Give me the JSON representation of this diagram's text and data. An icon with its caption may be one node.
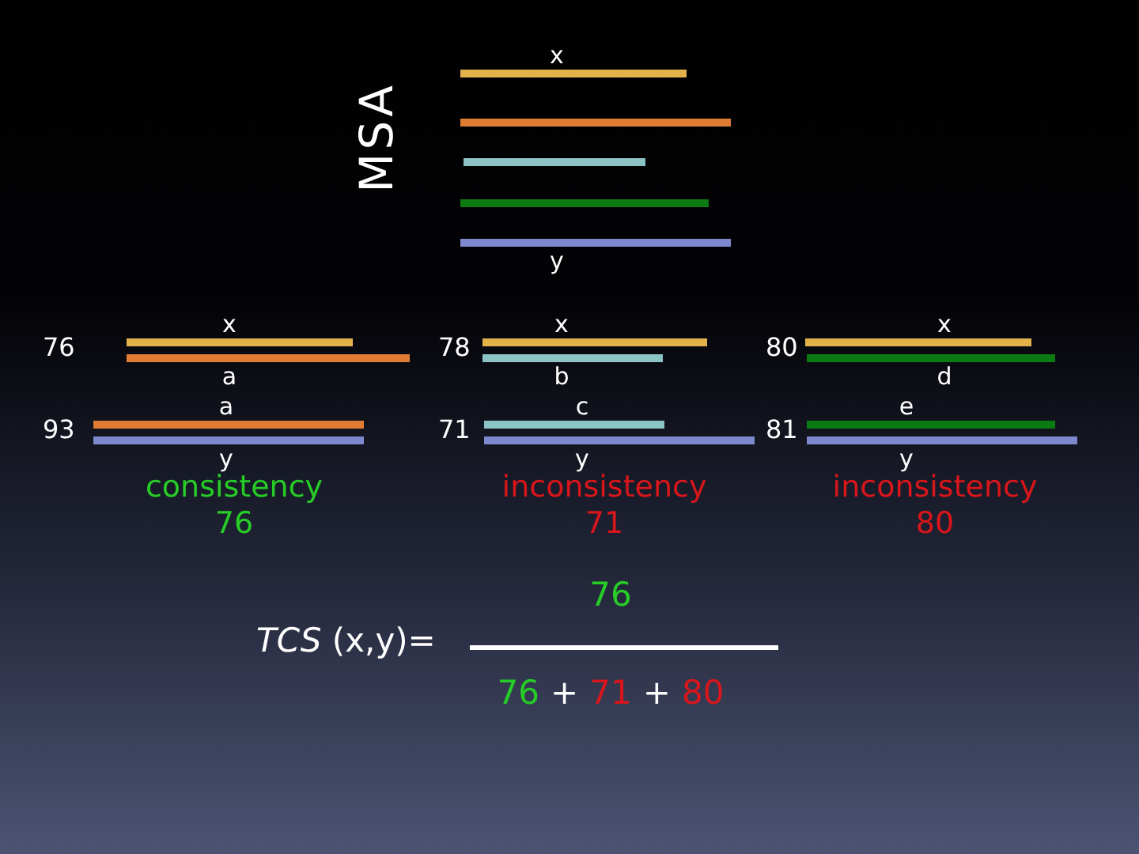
{
  "diagram": {
    "nodes": [
      {
        "text": [
          "x"
        ]
      },
      {
        "text": [],
        "shape": "bar"
      },
      {
        "text": [],
        "shape": "bar"
      },
      {
        "text": [],
        "shape": "bar"
      },
      {
        "text": [
          "y"
        ]
      },
      {
        "text": [
          "x"
        ]
      },
      {
        "text": [
          "a"
        ]
      },
      {
        "text": [
          "x"
        ]
      },
      {
        "text": [
          "b"
        ]
      },
      {
        "text": [
          "x"
        ]
      },
      {
        "text": [
          "d"
        ]
      },
      {
        "text": [
          "a"
        ]
      },
      {
        "text": [
          "y"
        ]
      },
      {
        "text": [
          "c"
        ]
      },
      {
        "text": [
          "y"
        ]
      },
      {
        "text": [
          "e"
        ]
      },
      {
        "text": [
          "y"
        ]
      }
    ],
    "labels": [
      "MSA",
      "76",
      "78",
      "80",
      "93",
      "71",
      "81",
      "consistency",
      "76",
      "inconsistency",
      "71",
      "inconsistency",
      "80",
      "76",
      "*TCS* (x,y)=",
      "76",
      "+",
      "71",
      "+",
      "80"
    ]
  }
}
